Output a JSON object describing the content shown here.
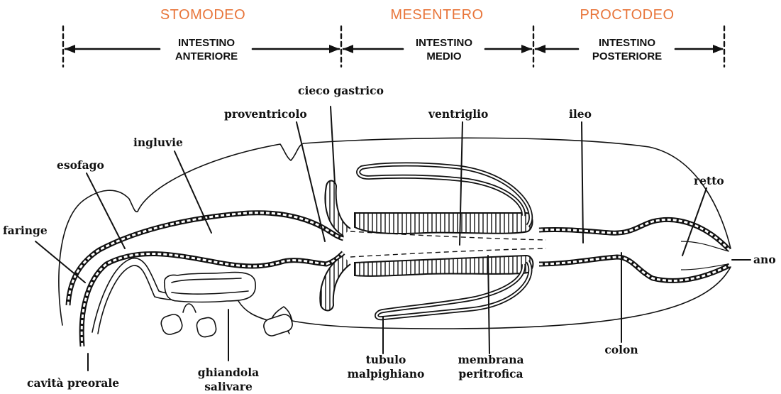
{
  "regions": {
    "stomodeo": "STOMODEO",
    "mesentero": "MESENTERO",
    "proctodeo": "PROCTODEO"
  },
  "divisions": {
    "anterior_1": "INTESTINO",
    "anterior_2": "ANTERIORE",
    "medio_1": "INTESTINO",
    "medio_2": "MEDIO",
    "posterior_1": "INTESTINO",
    "posterior_2": "POSTERIORE"
  },
  "labels": {
    "faringe": "faringe",
    "esofago": "esofago",
    "ingluvie": "ingluvie",
    "proventricolo": "proventricolo",
    "cieco_gastrico": "cieco gastrico",
    "ventriglio": "ventriglio",
    "ileo": "ileo",
    "retto": "retto",
    "ano": "ano",
    "cavita_preorale": "cavità preorale",
    "ghiandola_1": "ghiandola",
    "ghiandola_2": "salivare",
    "tubulo_1": "tubulo",
    "tubulo_2": "malpighiano",
    "membrana_1": "membrana",
    "membrana_2": "peritrofica",
    "colon": "colon"
  },
  "colors": {
    "region_text": "#e8753a",
    "ink": "#111111"
  }
}
